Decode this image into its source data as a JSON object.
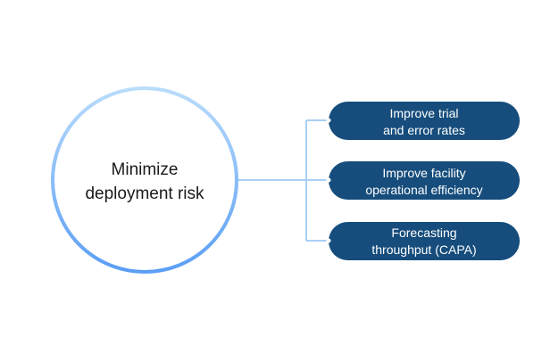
{
  "center": {
    "line1": "Minimize",
    "line2": "deployment risk"
  },
  "items": [
    {
      "line1": "Improve trial",
      "line2": "and error rates"
    },
    {
      "line1": "Improve facility",
      "line2": "operational efficiency"
    },
    {
      "line1": "Forecasting",
      "line2": "throughput (CAPA)"
    }
  ],
  "colors": {
    "ring_gradient_top": "#b9dcfb",
    "ring_gradient_bottom": "#5b9ef5",
    "connector": "#a9cff4",
    "pill": "#164d7c",
    "pill_text": "#ffffff",
    "center_text": "#1a1a1a"
  }
}
